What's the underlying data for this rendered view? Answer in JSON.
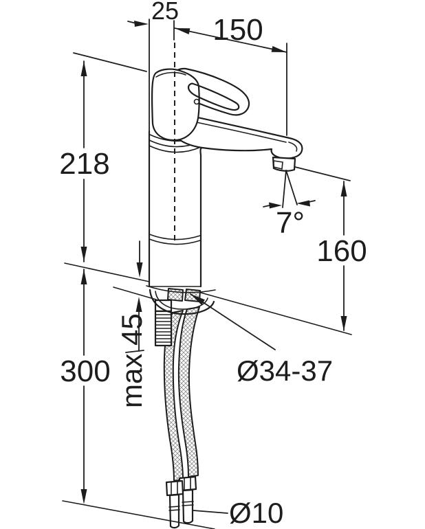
{
  "drawing": {
    "description": "Dimensional line drawing of a single-lever basin mixer tap with flexible connection hoses, side view",
    "colors": {
      "background": "#ffffff",
      "line": "#1d1d1b"
    },
    "dimensions": {
      "offset_top": {
        "label": "25"
      },
      "spout_reach": {
        "label": "150"
      },
      "total_height": {
        "label": "218"
      },
      "outlet_height": {
        "label": "160"
      },
      "hose_length": {
        "label": "300"
      },
      "stream_angle": {
        "label": "7°"
      },
      "max_deck_thickness": {
        "label": "max 45"
      },
      "hole_diameter": {
        "label": "Ø34-37"
      },
      "pipe_diameter": {
        "label": "Ø10"
      }
    }
  }
}
